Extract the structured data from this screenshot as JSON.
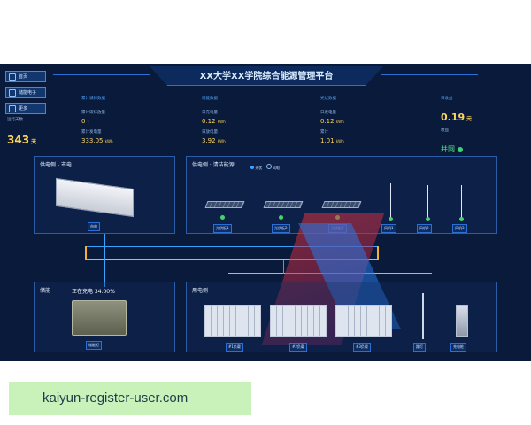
{
  "header": {
    "title": "XX大学XX学院综合能源管理平台"
  },
  "nav": [
    {
      "label": "首页"
    },
    {
      "label": "储能电子"
    },
    {
      "label": "更多"
    }
  ],
  "left": {
    "days_label": "运行天数",
    "days_value": "343",
    "days_unit": "天"
  },
  "kpis": [
    {
      "group": "累计减排数据",
      "label": "累计碳排放量",
      "value": "0",
      "unit": "t"
    },
    {
      "group": "",
      "label": "累计发电量",
      "value": "333.05",
      "unit": "kWh"
    },
    {
      "group": "储能数据",
      "label": "日充电量",
      "value": "0.12",
      "unit": "kWh"
    },
    {
      "group": "",
      "label": "日放电量",
      "value": "3.92",
      "unit": "kWh"
    },
    {
      "group": "光伏数据",
      "label": "日发电量",
      "value": "0.12",
      "unit": "kWh"
    },
    {
      "group": "",
      "label": "累计",
      "value": "1.01",
      "unit": "kWh"
    }
  ],
  "income": {
    "label": "日收益",
    "value": "0.19",
    "unit": "元",
    "sub": "收益"
  },
  "grid_status": "并网",
  "panels": {
    "supply_grid": {
      "title": "供电侧 - 市电",
      "item": "市电"
    },
    "supply_new": {
      "title": "供电侧 · 清洁能源",
      "toggle_a": "光伏",
      "toggle_b": "风电",
      "items": [
        "光伏板1",
        "光伏板2",
        "光伏板3",
        "风机1",
        "风机2",
        "风机3"
      ]
    },
    "storage": {
      "title": "储能",
      "status": "正在充电 34.00%",
      "item": "储能柜"
    },
    "load": {
      "title": "用电侧",
      "items": [
        "#1负载",
        "#2负载",
        "#3负载",
        "路灯",
        "充电桩"
      ]
    }
  },
  "footer": {
    "site": "kaiyun-register-user.com"
  }
}
